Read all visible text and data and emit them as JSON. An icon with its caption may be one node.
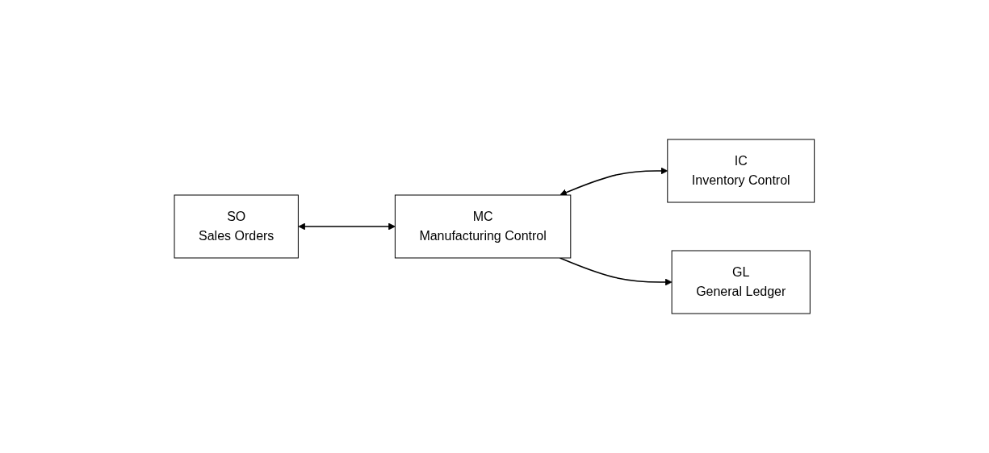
{
  "diagram": {
    "nodes": [
      {
        "text": [
          "SO",
          "Sales Orders"
        ]
      },
      {
        "text": [
          "MC",
          "Manufacturing Control"
        ]
      },
      {
        "text": [
          "IC",
          "Inventory Control"
        ]
      },
      {
        "text": [
          "GL",
          "General Ledger"
        ]
      }
    ],
    "edges": [
      {
        "from": 0,
        "to": 1,
        "arrow": "both"
      },
      {
        "from": 1,
        "to": 2,
        "arrow": "both"
      },
      {
        "from": 1,
        "to": 3,
        "arrow": "to"
      }
    ]
  }
}
